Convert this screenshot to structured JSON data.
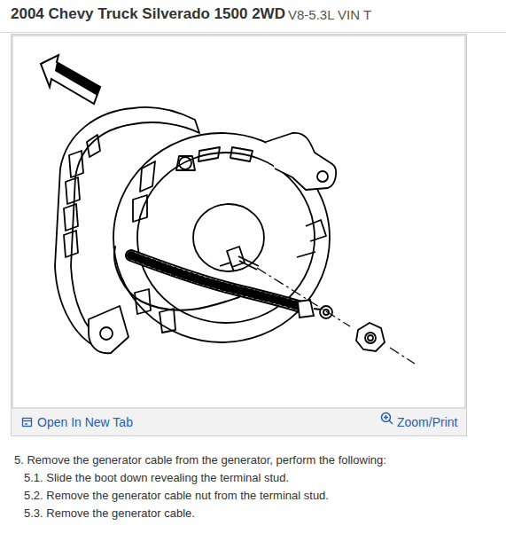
{
  "diagram": {
    "title": "2004 Chevy Truck Silverado 1500 2WD",
    "labels": [
      "V8-5.3L VIN T",
      "Open In New Tab",
      "Zoom/Print",
      "5. Remove the generator cable from the generator, perform the following:",
      "5.1. Slide the boot down revealing the terminal stud.",
      "5.2. Remove the generator cable nut from the terminal stud.",
      "5.3. Remove the generator cable."
    ]
  }
}
